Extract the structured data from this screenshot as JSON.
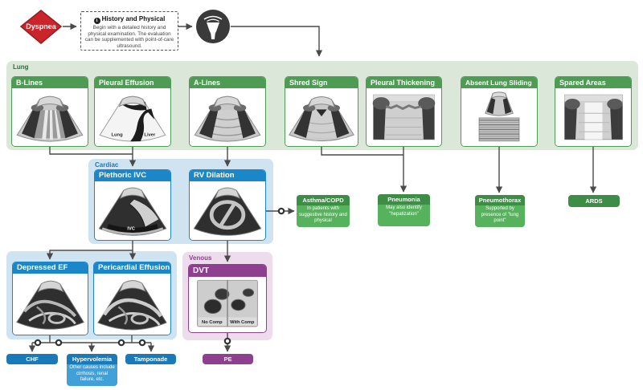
{
  "flow": {
    "dyspnea": "Dyspnea",
    "history": {
      "title": "History and Physical",
      "body": "Begin with a detailed history and physical examination. The evaluation can be supplemented with point-of-care ultrasound."
    }
  },
  "icons": {
    "info": "i",
    "probe": "ultrasound-probe"
  },
  "lung": {
    "label": "Lung",
    "cards": [
      {
        "title": "B-Lines"
      },
      {
        "title": "Pleural Effusion",
        "labels": {
          "left": "Lung",
          "right": "Liver"
        }
      },
      {
        "title": "A-Lines"
      },
      {
        "title": "Shred Sign"
      },
      {
        "title": "Pleural Thickening"
      },
      {
        "title": "Absent Lung Sliding"
      },
      {
        "title": "Spared Areas"
      }
    ]
  },
  "cardiac": {
    "label": "Cardiac",
    "cards": [
      {
        "title": "Plethoric IVC",
        "label": "IVC"
      },
      {
        "title": "RV Dilation"
      },
      {
        "title": "Depressed EF"
      },
      {
        "title": "Pericardial Effusion"
      }
    ]
  },
  "venous": {
    "label": "Venous",
    "card": {
      "title": "DVT",
      "left_label": "No Comp",
      "right_label": "With Comp"
    }
  },
  "outcomes": {
    "asthma": {
      "title": "Asthma/COPD",
      "note": "In patients with suggestive history and physical"
    },
    "pneumonia": {
      "title": "Pneumonia",
      "note": "May also identify \"hepatization\""
    },
    "pneumothorax": {
      "title": "Pneumothorax",
      "note": "Supported by presence of \"lung point\""
    },
    "ards": {
      "title": "ARDS"
    },
    "chf": {
      "title": "CHF"
    },
    "hypervolemia": {
      "title": "Hypervolemia",
      "note": "Other causes include cirrhosis, renal failure, etc."
    },
    "tamponade": {
      "title": "Tamponade"
    },
    "pe": {
      "title": "PE"
    }
  },
  "colors": {
    "lung_green": "#4e9b53",
    "lung_bg": "#dbe7d8",
    "cardiac_blue": "#1b86c8",
    "cardiac_bg": "#cfe3f0",
    "venous_purple": "#8e3f90",
    "venous_bg": "#eddcec",
    "outcome_green_dark": "#3e8d46",
    "outcome_green": "#56b25c",
    "outcome_blue": "#1a79b8",
    "outcome_blue_light": "#41a0d8",
    "dyspnea_red": "#c9252b",
    "connector": "#4a4a4a"
  }
}
